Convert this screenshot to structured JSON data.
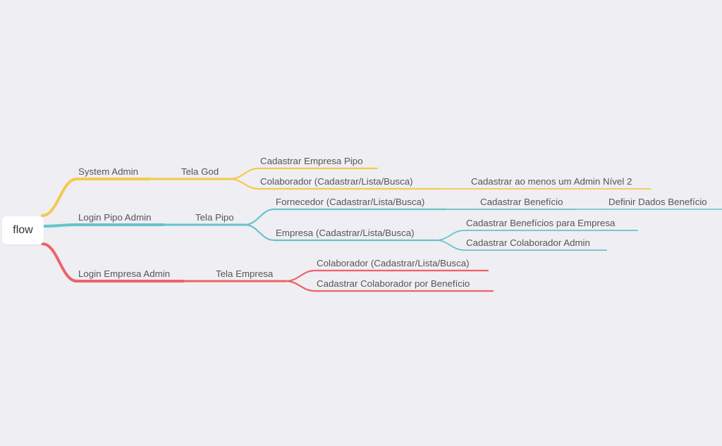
{
  "root": {
    "label": "flow"
  },
  "colors": {
    "background": "#efeef3",
    "yellow": "#f6c94c",
    "teal": "#67c3cb",
    "red": "#ea6467"
  },
  "branches": [
    {
      "color": "yellow",
      "nodes": [
        {
          "id": "system-admin",
          "label": "System Admin",
          "level": 1,
          "parent": "root"
        },
        {
          "id": "tela-god",
          "label": "Tela God",
          "level": 2,
          "parent": "system-admin"
        },
        {
          "id": "cadastrar-empresa-pipo",
          "label": "Cadastrar Empresa Pipo",
          "level": 3,
          "parent": "tela-god"
        },
        {
          "id": "colaborador-god",
          "label": "Colaborador (Cadastrar/Lista/Busca)",
          "level": 3,
          "parent": "tela-god"
        },
        {
          "id": "cadastrar-admin-nivel2",
          "label": "Cadastrar ao menos um Admin Nível 2",
          "level": 4,
          "parent": "colaborador-god"
        }
      ]
    },
    {
      "color": "teal",
      "nodes": [
        {
          "id": "login-pipo-admin",
          "label": "Login Pipo Admin",
          "level": 1,
          "parent": "root"
        },
        {
          "id": "tela-pipo",
          "label": "Tela Pipo",
          "level": 2,
          "parent": "login-pipo-admin"
        },
        {
          "id": "fornecedor",
          "label": "Fornecedor (Cadastrar/Lista/Busca)",
          "level": 3,
          "parent": "tela-pipo"
        },
        {
          "id": "cadastrar-beneficio",
          "label": "Cadastrar Benefício",
          "level": 4,
          "parent": "fornecedor"
        },
        {
          "id": "definir-dados-beneficio",
          "label": "Definir Dados Benefício",
          "level": 5,
          "parent": "cadastrar-beneficio"
        },
        {
          "id": "empresa",
          "label": "Empresa (Cadastrar/Lista/Busca)",
          "level": 3,
          "parent": "tela-pipo"
        },
        {
          "id": "cadastrar-beneficios-empresa",
          "label": "Cadastrar Benefícios para Empresa",
          "level": 4,
          "parent": "empresa"
        },
        {
          "id": "cadastrar-colaborador-admin",
          "label": "Cadastrar Colaborador Admin",
          "level": 4,
          "parent": "empresa"
        }
      ]
    },
    {
      "color": "red",
      "nodes": [
        {
          "id": "login-empresa-admin",
          "label": "Login Empresa Admin",
          "level": 1,
          "parent": "root"
        },
        {
          "id": "tela-empresa",
          "label": "Tela Empresa",
          "level": 2,
          "parent": "login-empresa-admin"
        },
        {
          "id": "colaborador-empresa",
          "label": "Colaborador (Cadastrar/Lista/Busca)",
          "level": 3,
          "parent": "tela-empresa"
        },
        {
          "id": "cadastrar-colaborador-beneficio",
          "label": "Cadastrar Colaborador por Benefício",
          "level": 3,
          "parent": "tela-empresa"
        }
      ]
    }
  ]
}
